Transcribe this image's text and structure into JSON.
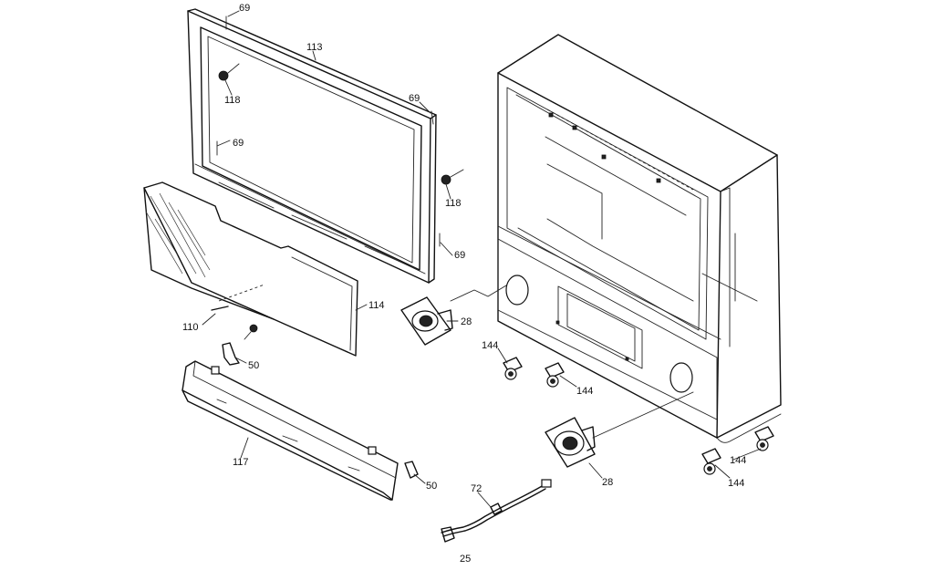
{
  "callouts": {
    "c69_top": "69",
    "c113": "113",
    "c118_left": "118",
    "c69_mid_left": "69",
    "c69_right": "69",
    "c118_right": "118",
    "c69_lower": "69",
    "c114": "114",
    "c110": "110",
    "c50_upper": "50",
    "c117": "117",
    "c50_lower": "50",
    "c28_upper": "28",
    "c28_lower": "28",
    "c144_a": "144",
    "c144_b": "144",
    "c144_c": "144",
    "c144_d": "144",
    "c72": "72"
  },
  "page_number": "25"
}
